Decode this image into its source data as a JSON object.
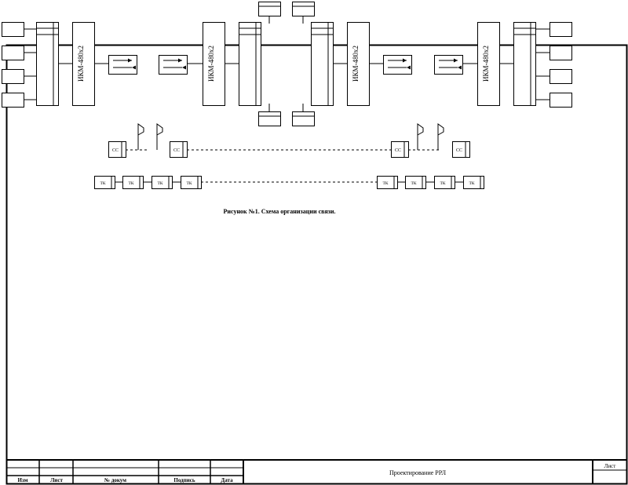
{
  "figure": {
    "mux_label": "ИКМ-480х2",
    "station_label": "СС",
    "terminal_label": "ТК",
    "caption": "Рисунок №1. Схема организации связи."
  },
  "title_block": {
    "columns": [
      "Изм",
      "Лист",
      "№ докум",
      "Подпись",
      "Дата"
    ],
    "document_title": "Проектирование РРЛ",
    "sheet_label": "Лист"
  }
}
